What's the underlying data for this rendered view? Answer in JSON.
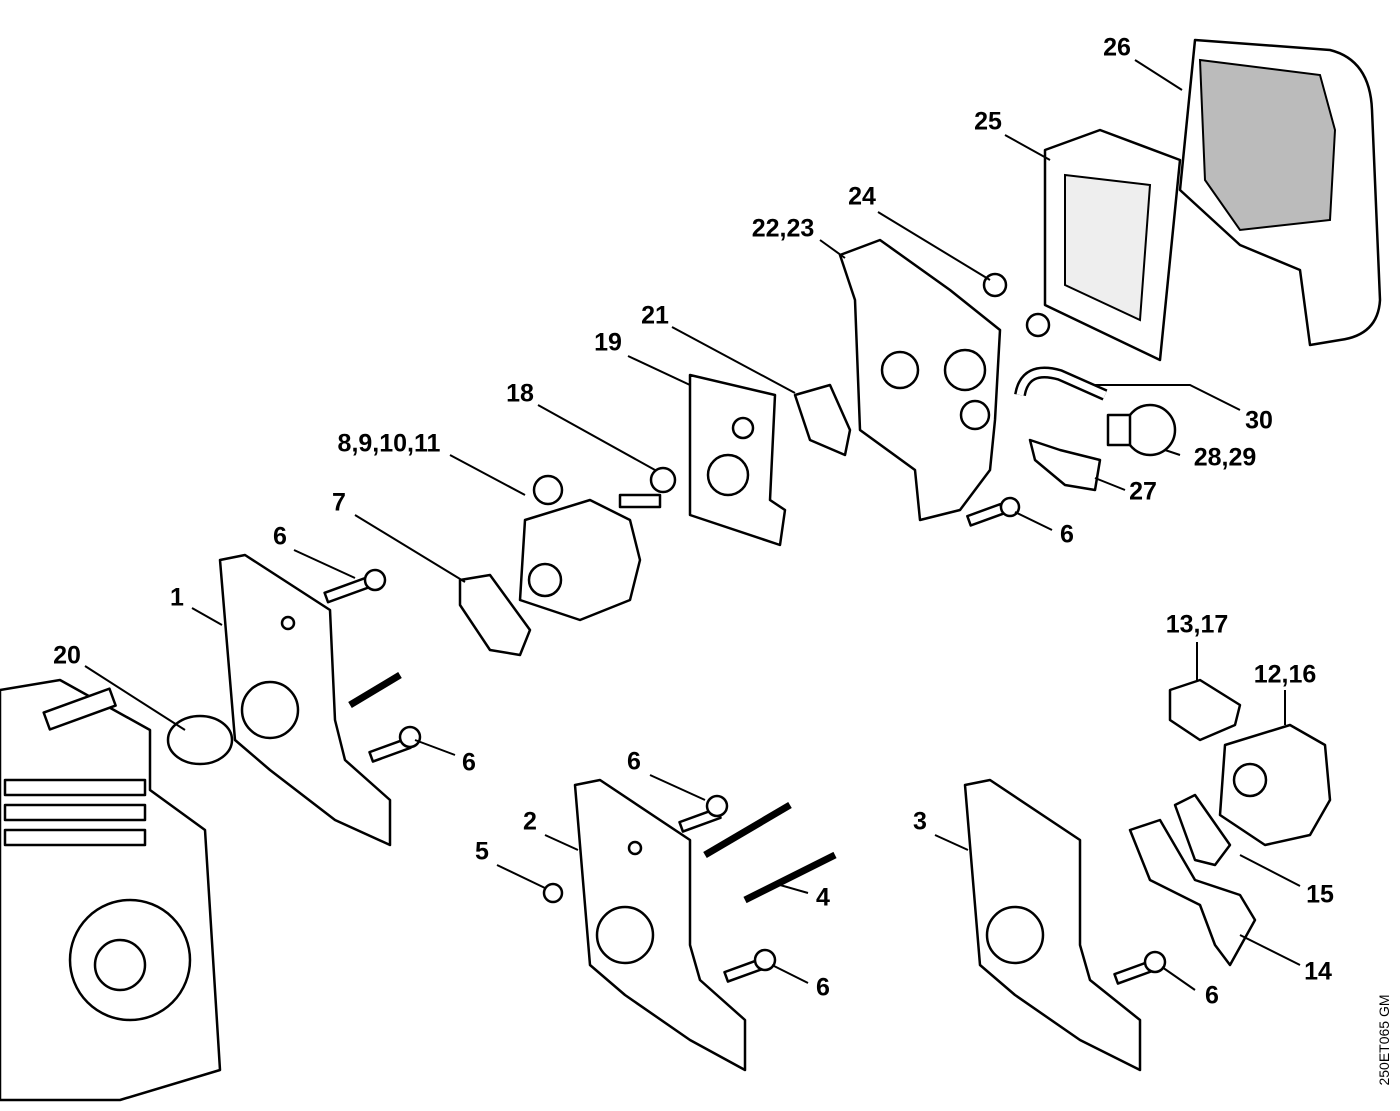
{
  "diagram": {
    "labels": [
      "26",
      "25",
      "24",
      "22,23",
      "21",
      "19",
      "18",
      "8,9,10,11",
      "7",
      "30",
      "28,29",
      "27",
      "6",
      "6",
      "1",
      "20",
      "6",
      "13,17",
      "12,16",
      "6",
      "2",
      "5",
      "4",
      "6",
      "3",
      "15",
      "14",
      "6"
    ],
    "drawing_code": "250ET065 GM"
  }
}
